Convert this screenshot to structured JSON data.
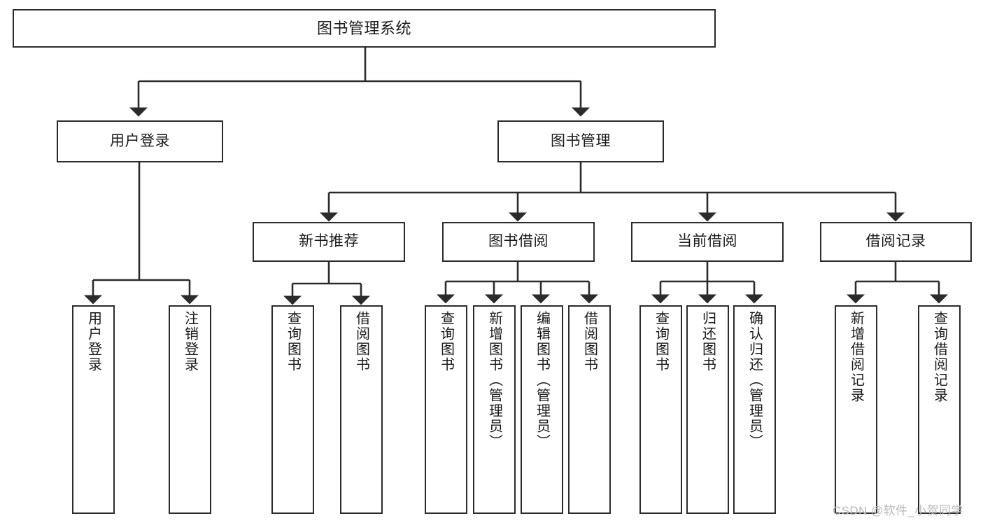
{
  "diagram": {
    "title": "图书管理系统",
    "type": "tree-hierarchy-diagram",
    "colors": {
      "stroke": "#2b2b2b",
      "fill": "#ffffff",
      "text": "#1a1a1a",
      "watermark": "#b9b9b9"
    },
    "nodes": {
      "root": {
        "label": "图书管理系统"
      },
      "level2": [
        {
          "label": "用户登录"
        },
        {
          "label": "图书管理"
        }
      ],
      "level3": [
        {
          "label": "新书推荐"
        },
        {
          "label": "图书借阅"
        },
        {
          "label": "当前借阅"
        },
        {
          "label": "借阅记录"
        }
      ],
      "leaves_user_login": [
        {
          "label": "用户登录"
        },
        {
          "label": "注销登录"
        }
      ],
      "leaves_new_book": [
        {
          "label": "查询图书"
        },
        {
          "label": "借阅图书"
        }
      ],
      "leaves_borrow": [
        {
          "label": "查询图书"
        },
        {
          "label": "新增图书（管理员）"
        },
        {
          "label": "编辑图书（管理员）"
        },
        {
          "label": "借阅图书"
        }
      ],
      "leaves_current": [
        {
          "label": "查询图书"
        },
        {
          "label": "归还图书"
        },
        {
          "label": "确认归还（管理员）"
        }
      ],
      "leaves_records": [
        {
          "label": "新增借阅记录"
        },
        {
          "label": "查询借阅记录"
        }
      ]
    },
    "watermark": "CSDN @软件_小贺同学"
  }
}
